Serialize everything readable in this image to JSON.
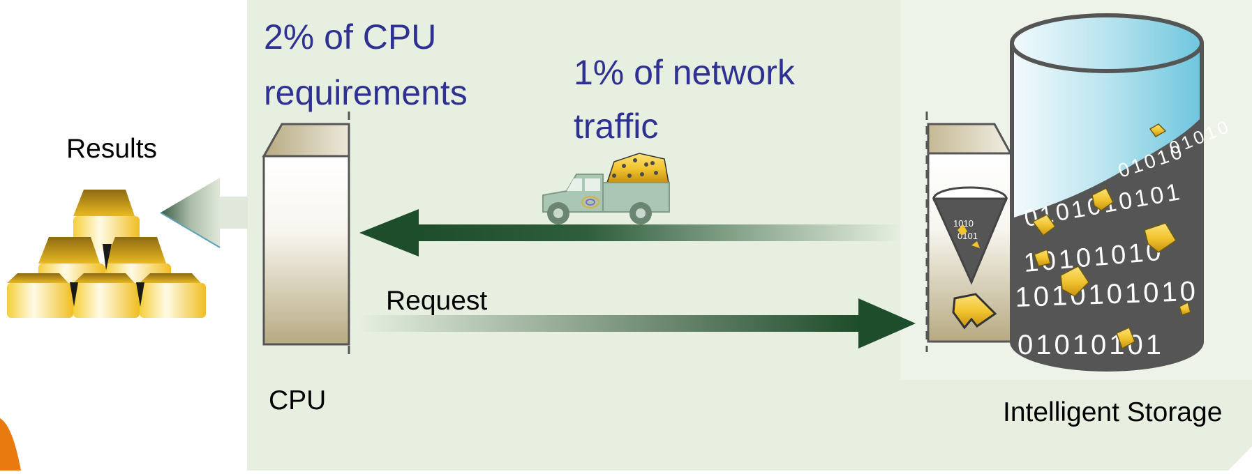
{
  "diagram": {
    "cpu_share_text": [
      "2% of CPU",
      "requirements"
    ],
    "network_share_text": [
      "1% of network",
      "traffic"
    ],
    "results_label": "Results",
    "request_label": "Request",
    "cpu_label": "CPU",
    "storage_label": "Intelligent Storage",
    "binary_rows": [
      "01010",
      "01010",
      "0101010101",
      "10101010",
      "1010101010",
      "01010101"
    ]
  },
  "colors": {
    "panel_background": "#e6efe0",
    "text_blue": "#2e3192",
    "arrow_green": "#1e4d2b",
    "server_tan": "#b7aa82",
    "storage_dark": "#4f4f4f",
    "liquid_blue": "#8fd2e3",
    "gold": "#f2c531",
    "accent_orange": "#e87a10"
  },
  "icons": [
    "gold-bars-icon",
    "pickup-truck-icon",
    "funnel-icon",
    "gold-nugget-icon"
  ]
}
